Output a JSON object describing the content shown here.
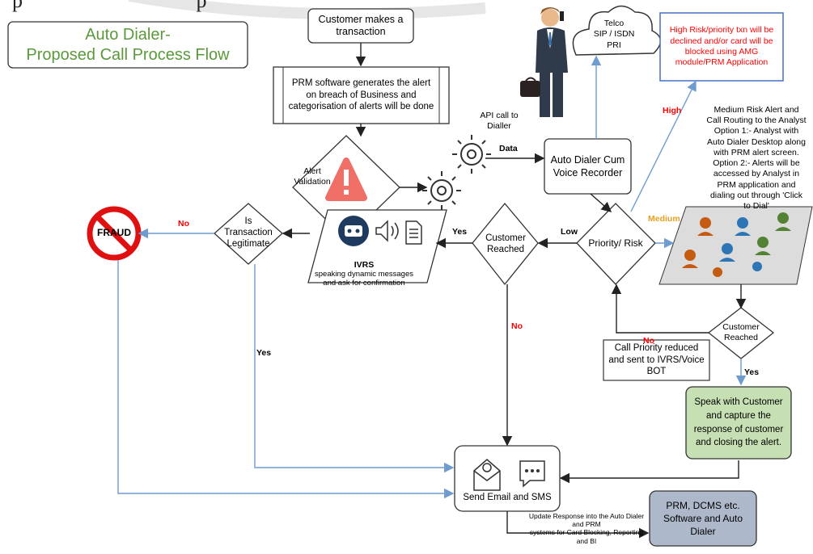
{
  "header": {
    "top_text": "p                                 p"
  },
  "title": {
    "line1": "Auto Dialer-",
    "line2": "Proposed Call Process Flow"
  },
  "nodes": {
    "customer_transaction": "Customer makes a transaction",
    "prm_alert": "PRM software generates the alert on breach of Business and categorisation of alerts will be done",
    "alert_validation": "Alert Validation",
    "api_call": "API call to Dialler",
    "data": "Data",
    "auto_dialer": "Auto Dialer Cum Voice Recorder",
    "telco": {
      "line1": "Telco",
      "line2": "SIP / ISDN",
      "line3": "PRI"
    },
    "high_risk_box": "High Risk/priority txn will be declined and/or card will be blocked using AMG module/PRM Application",
    "high": "High",
    "medium_desc": {
      "line1": "Medium Risk Alert and",
      "line2": "Call Routing to the Analyst",
      "line3": "Option 1:- Analyst with",
      "line4": "Auto Dialer Desktop along",
      "line5": "with PRM alert screen.",
      "line6": "Option 2:-  Alerts will be",
      "line7": "accessed by Analyst in",
      "line8": "PRM application and",
      "line9": "dialing out through 'Click",
      "line10": "to Dial'"
    },
    "medium": "Medium",
    "priority_risk": "Priority/ Risk",
    "low": "Low",
    "customer_reached_1": "Customer Reached",
    "yes_ivrs": "Yes",
    "ivrs_title": "IVRS",
    "ivrs_desc": "speaking dynamic messages and ask for confirmation",
    "is_legit": "Is Transaction Legitimate",
    "no_fraud": "No",
    "fraud": "FRAUD",
    "yes_legit": "Yes",
    "no_reached": "No",
    "customer_reached_2": "Customer Reached",
    "no_reduce": "No",
    "call_priority": "Call Priority reduced and sent to IVRS/Voice BOT",
    "yes_speak": "Yes",
    "speak_customer": "Speak with Customer and capture the response of customer and closing the alert.",
    "send_email": "Send Email and SMS",
    "update_response": {
      "line1": "Update  Response  into the Auto Dialer",
      "line2": "and PRM",
      "line3": "systems for Card Blocking, Reporting",
      "line4": "and BI"
    },
    "prm_dcms": "PRM, DCMS etc. Software and Auto Dialer"
  },
  "colors": {
    "title_green": "#5a9a3a",
    "speak_fill": "#c6e0b4",
    "prm_fill": "#adb9ca",
    "high_red": "#ff0000",
    "blue_arrow": "#6f9bd1",
    "medium_orange": "#e8a020"
  }
}
